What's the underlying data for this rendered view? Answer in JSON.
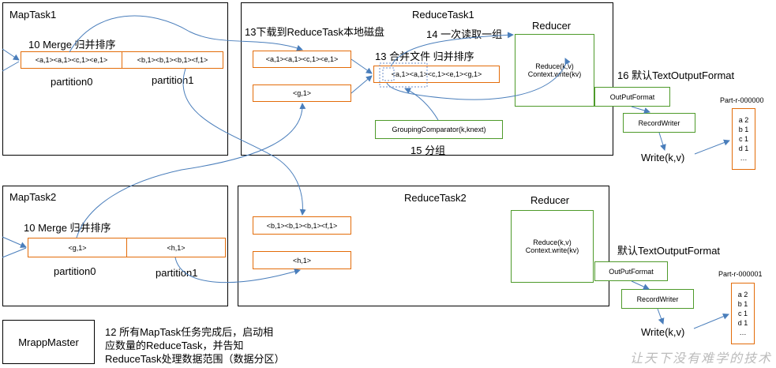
{
  "maptask1": {
    "title": "MapTask1",
    "merge_label": "10 Merge 归并排序",
    "partition0_content": "<a,1><a,1><c,1><e,1>",
    "partition1_content": "<b,1><b,1><b,1><f,1>",
    "partition0_label": "partition0",
    "partition1_label": "partition1"
  },
  "maptask2": {
    "title": "MapTask2",
    "merge_label": "10 Merge 归并排序",
    "partition0_content": "<g,1>",
    "partition1_content": "<h,1>",
    "partition0_label": "partition0",
    "partition1_label": "partition1"
  },
  "reducetask1": {
    "title": "ReduceTask1",
    "download_label": "13下载到ReduceTask本地磁盘",
    "read_label": "14 一次读取一组",
    "merge_label": "13 合并文件 归并排序",
    "file_a": "<a,1><a,1><c,1><e,1>",
    "file_g": "<g,1>",
    "merged": "<a,1><a,1><c,1><e,1><g,1>",
    "grouping": "GroupingComparator(k,knext)",
    "group_label": "15 分组",
    "reducer_title": "Reducer",
    "reducer_line1": "Reduce(k,v)",
    "reducer_line2": "Context.write(kv)",
    "output_label": "16 默认TextOutputFormat",
    "output_format": "OutPutFormat",
    "record_writer": "RecordWriter",
    "write": "Write(k,v)",
    "part_file": "Part-r-000000",
    "part_lines": [
      "a 2",
      "b 1",
      "c 1",
      "d 1",
      "…"
    ]
  },
  "reducetask2": {
    "title": "ReduceTask2",
    "file_b": "<b,1><b,1><b,1><f,1>",
    "file_h": "<h,1>",
    "reducer_title": "Reducer",
    "reducer_line1": "Reduce(k,v)",
    "reducer_line2": "Context.write(kv)",
    "output_label": "默认TextOutputFormat",
    "output_format": "OutPutFormat",
    "record_writer": "RecordWriter",
    "write": "Write(k,v)",
    "part_file": "Part-r-000001",
    "part_lines": [
      "a 2",
      "b 1",
      "c 1",
      "d 1",
      "…"
    ]
  },
  "master": {
    "label": "MrappMaster",
    "note_line1": "12 所有MapTask任务完成后，启动相",
    "note_line2": "应数量的ReduceTask，并告知",
    "note_line3": "ReduceTask处理数据范围（数据分区）"
  },
  "watermark": "让天下没有难学的技术",
  "colors": {
    "orange": "#e36c09",
    "green": "#4e9a2a",
    "blue": "#4a7ebb"
  }
}
